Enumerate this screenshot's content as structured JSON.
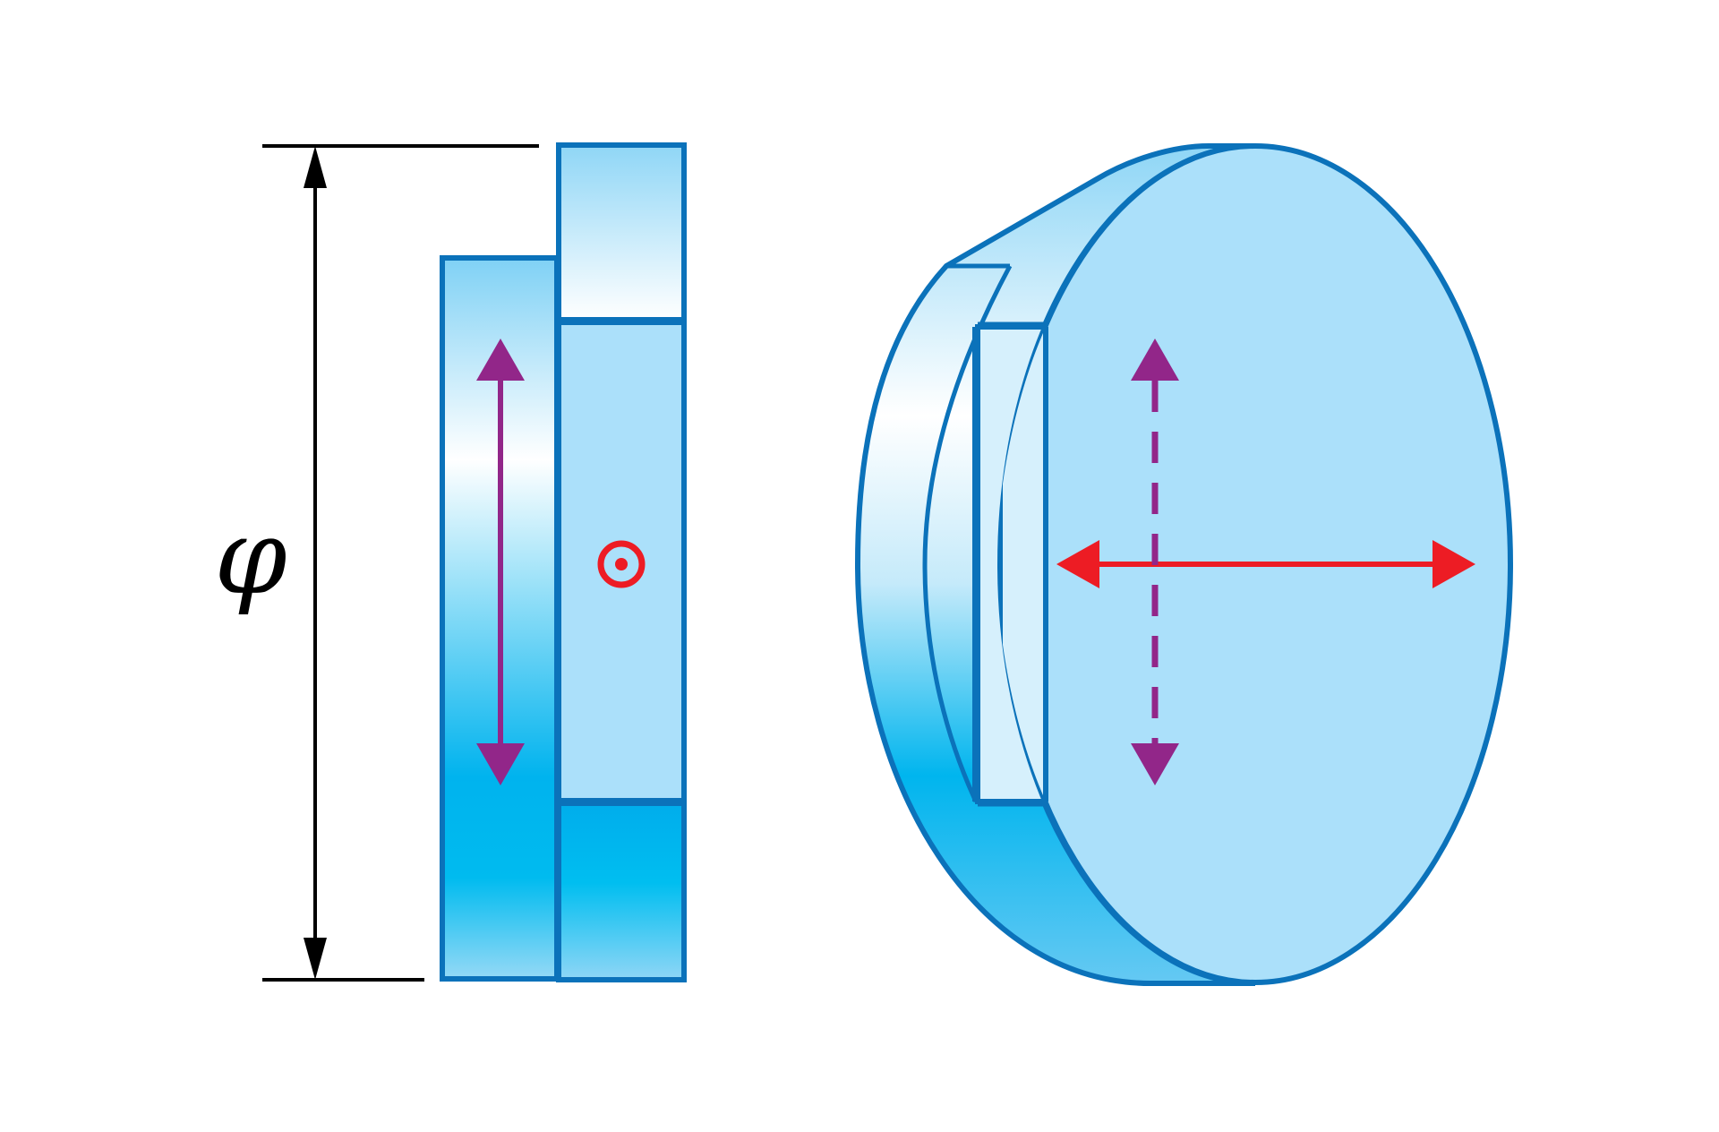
{
  "diagram": {
    "dimension_label": "φ",
    "colors": {
      "outline": "#0B72BA",
      "face_light": "#ABE0FA",
      "face_pale": "#D6F0FC",
      "gradient_deep": "#00B7EE",
      "gradient_mid": "#7FD1F5",
      "purple_arrow": "#922689",
      "red_arrow": "#ED1C24",
      "dimension_line": "#000000"
    },
    "views": [
      {
        "name": "side-section-view"
      },
      {
        "name": "perspective-view"
      }
    ],
    "arrows": [
      {
        "name": "vertical-polarization",
        "style": "solid",
        "color": "purple"
      },
      {
        "name": "out-of-plane-polarization",
        "style": "dot-in-circle",
        "color": "red"
      },
      {
        "name": "vertical-polarization",
        "style": "dashed",
        "color": "purple"
      },
      {
        "name": "horizontal-polarization",
        "style": "solid",
        "color": "red"
      }
    ]
  }
}
